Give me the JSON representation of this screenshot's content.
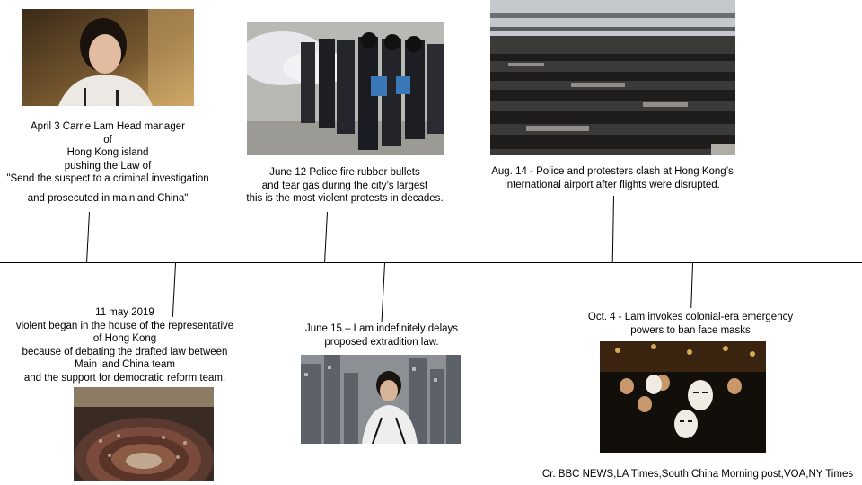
{
  "events": {
    "april3": {
      "lines": [
        "April 3 Carrie Lam Head manager",
        "of",
        "Hong Kong island",
        "pushing the Law of",
        "\"Send the suspect to a criminal investigation",
        "and prosecuted in mainland China\""
      ]
    },
    "june12": {
      "lines": [
        "June 12  Police fire rubber bullets",
        "and tear gas during the city’s largest",
        "this is the most violent protests in decades."
      ]
    },
    "aug14": {
      "lines": [
        "Aug. 14 - Police and protesters clash at Hong Kong’s",
        "international airport after flights were disrupted."
      ]
    },
    "may11": {
      "lines": [
        "11 may 2019",
        "violent began in the house of the representative",
        "of Hong Kong",
        "because of debating the drafted law between",
        "Main land China team",
        "and the support for democratic reform team."
      ]
    },
    "june15": {
      "lines": [
        "June 15 – Lam indefinitely delays",
        "proposed extradition law."
      ]
    },
    "oct4": {
      "lines": [
        "Oct. 4 - Lam invokes colonial-era emergency",
        "powers to ban face masks"
      ]
    }
  },
  "credits": "Cr. BBC NEWS,LA Times,South China Morning post,VOA,NY Times",
  "colors": {
    "timeline": "#000000",
    "background": "#ffffff"
  }
}
